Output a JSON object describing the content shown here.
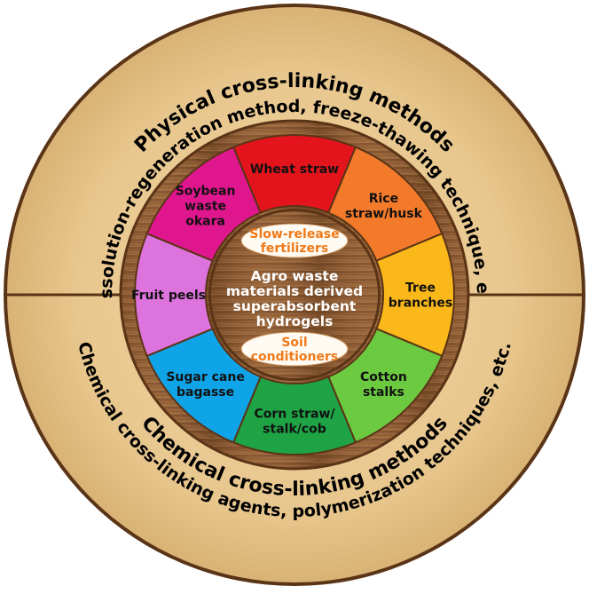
{
  "outer_ring": {
    "top_title": "Physical cross-linking methods",
    "top_subtitle": "Dissolution-regeneration method, freeze-thawing technique, etc.",
    "bottom_title": "Chemical cross-linking methods",
    "bottom_subtitle": "Chemical cross-linking agents, polymerization techniques, etc."
  },
  "segments": [
    {
      "key": "wheat",
      "lines": [
        "Wheat straw"
      ],
      "color": "#e3141c"
    },
    {
      "key": "rice",
      "lines": [
        "Rice",
        "straw/husk"
      ],
      "color": "#f37a2b"
    },
    {
      "key": "tree",
      "lines": [
        "Tree",
        "branches"
      ],
      "color": "#fbb81a"
    },
    {
      "key": "cotton",
      "lines": [
        "Cotton",
        "stalks"
      ],
      "color": "#6cca41"
    },
    {
      "key": "corn",
      "lines": [
        "Corn straw/",
        "stalk/cob"
      ],
      "color": "#1ea345"
    },
    {
      "key": "sugar",
      "lines": [
        "Sugar cane",
        "bagasse"
      ],
      "color": "#0fa4e8"
    },
    {
      "key": "fruit",
      "lines": [
        "Fruit peels"
      ],
      "color": "#dd73dd"
    },
    {
      "key": "soybean",
      "lines": [
        "Soybean",
        "waste",
        "okara"
      ],
      "color": "#e0168e"
    }
  ],
  "center": {
    "line1": "Agro waste",
    "line2": "materials derived",
    "line3": "superabsorbent",
    "line4": "hydrogels"
  },
  "pills": {
    "top_line1": "Slow-release",
    "top_line2": "fertilizers",
    "bottom_line1": "Soil",
    "bottom_line2": "conditioners"
  },
  "colors": {
    "outer_ring": "#e8c98f",
    "ring_border": "#5a3416",
    "wood": "#9b6a3c",
    "pill_text": "#ef7a1a",
    "center_text": "#ffffff"
  }
}
